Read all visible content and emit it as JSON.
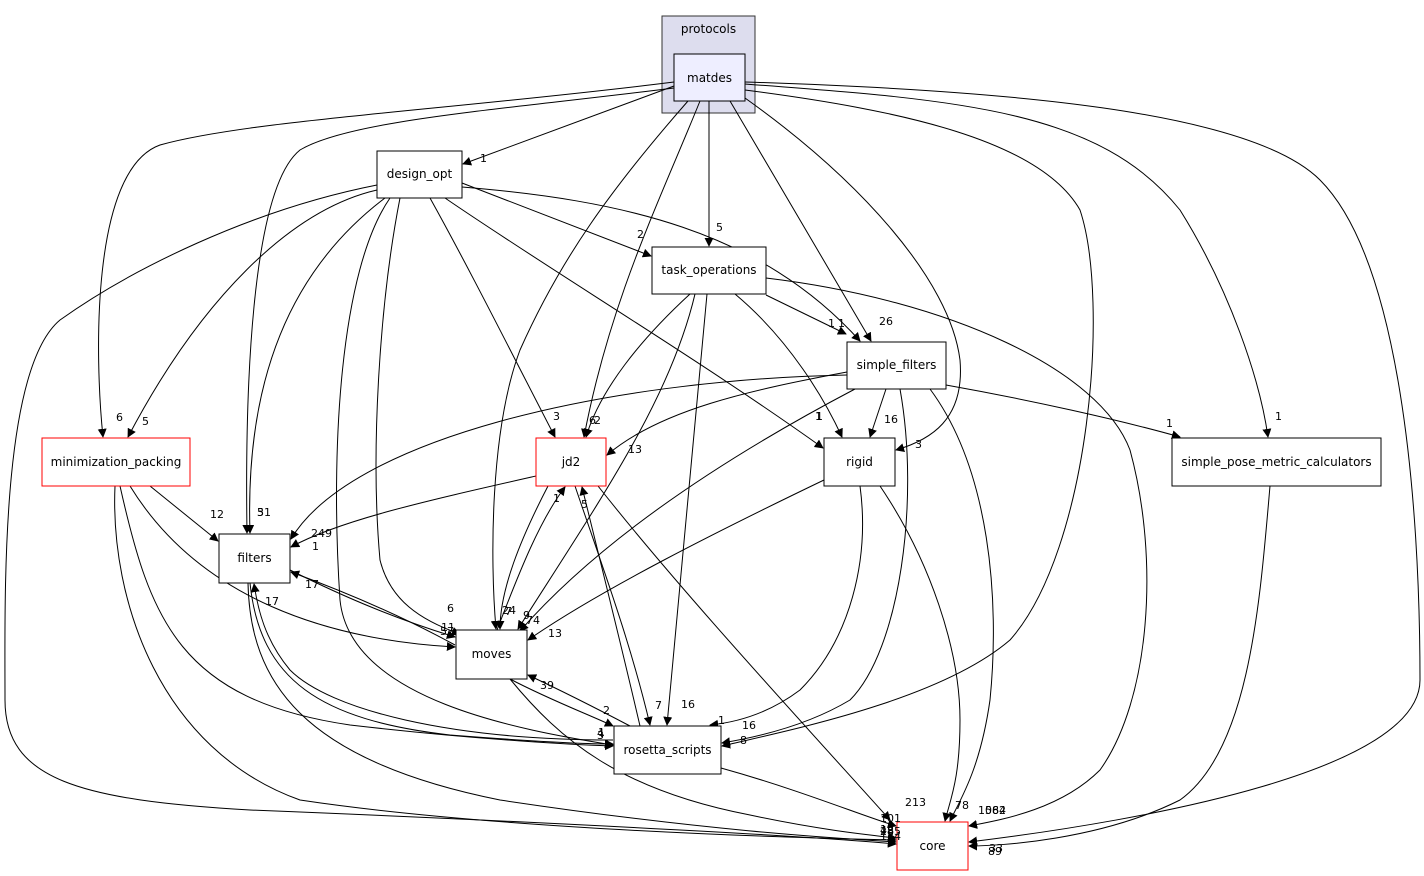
{
  "cluster": {
    "label": "protocols",
    "fill": "#ddddee",
    "stroke": "#333333"
  },
  "nodes": {
    "matdes": {
      "label": "matdes",
      "fill": "#eeeeff",
      "stroke": "#000000"
    },
    "design_opt": {
      "label": "design_opt",
      "fill": "#ffffff",
      "stroke": "#000000"
    },
    "task_operations": {
      "label": "task_operations",
      "fill": "#ffffff",
      "stroke": "#000000"
    },
    "simple_filters": {
      "label": "simple_filters",
      "fill": "#ffffff",
      "stroke": "#000000"
    },
    "minimization_packing": {
      "label": "minimization_packing",
      "fill": "#ffffff",
      "stroke": "#ff0000"
    },
    "jd2": {
      "label": "jd2",
      "fill": "#ffffff",
      "stroke": "#ff0000"
    },
    "rigid": {
      "label": "rigid",
      "fill": "#ffffff",
      "stroke": "#000000"
    },
    "simple_pose_metric_calculators": {
      "label": "simple_pose_metric_calculators",
      "fill": "#ffffff",
      "stroke": "#000000"
    },
    "filters": {
      "label": "filters",
      "fill": "#ffffff",
      "stroke": "#000000"
    },
    "moves": {
      "label": "moves",
      "fill": "#ffffff",
      "stroke": "#000000"
    },
    "rosetta_scripts": {
      "label": "rosetta_scripts",
      "fill": "#ffffff",
      "stroke": "#000000"
    },
    "core": {
      "label": "core",
      "fill": "#ffffff",
      "stroke": "#ff0000"
    }
  },
  "edges": [
    {
      "id": "matdes-design_opt",
      "label": "1"
    },
    {
      "id": "matdes-task_operations",
      "label": "5"
    },
    {
      "id": "matdes-simple_filters",
      "label": "26"
    },
    {
      "id": "matdes-minimization_packing",
      "label": "6"
    },
    {
      "id": "matdes-jd2",
      "label": "6"
    },
    {
      "id": "matdes-rigid",
      "label": "3"
    },
    {
      "id": "matdes-simple_pose_metric_calculators",
      "label": "1"
    },
    {
      "id": "matdes-filters",
      "label": "31"
    },
    {
      "id": "matdes-moves",
      "label": "24"
    },
    {
      "id": "matdes-rosetta_scripts",
      "label": "8"
    },
    {
      "id": "matdes-core",
      "label": "33"
    },
    {
      "id": "design_opt-task_operations",
      "label": "2"
    },
    {
      "id": "design_opt-simple_filters",
      "label": "1"
    },
    {
      "id": "design_opt-minimization_packing",
      "label": "5"
    },
    {
      "id": "design_opt-jd2",
      "label": "3"
    },
    {
      "id": "design_opt-rigid",
      "label": "1"
    },
    {
      "id": "design_opt-filters",
      "label": "5"
    },
    {
      "id": "design_opt-moves",
      "label": "6"
    },
    {
      "id": "design_opt-rosetta_scripts",
      "label": "1"
    },
    {
      "id": "design_opt-core",
      "label": "48"
    },
    {
      "id": "task_operations-simple_filters",
      "label": "1"
    },
    {
      "id": "task_operations-jd2",
      "label": "2"
    },
    {
      "id": "task_operations-rigid",
      "label": "1"
    },
    {
      "id": "task_operations-moves",
      "label": "9"
    },
    {
      "id": "task_operations-rosetta_scripts",
      "label": "16"
    },
    {
      "id": "task_operations-core",
      "label": "582"
    },
    {
      "id": "simple_filters-jd2",
      "label": "13"
    },
    {
      "id": "simple_filters-rigid",
      "label": "16"
    },
    {
      "id": "simple_filters-simple_pose_metric_calculators",
      "label": "1"
    },
    {
      "id": "simple_filters-filters",
      "label": "249"
    },
    {
      "id": "simple_filters-moves",
      "label": "74"
    },
    {
      "id": "simple_filters-rosetta_scripts",
      "label": "16"
    },
    {
      "id": "simple_filters-core",
      "label": "1064"
    },
    {
      "id": "minimization_packing-filters",
      "label": "12"
    },
    {
      "id": "minimization_packing-moves",
      "label": "57"
    },
    {
      "id": "minimization_packing-rosetta_scripts",
      "label": "3"
    },
    {
      "id": "minimization_packing-core",
      "label": "285"
    },
    {
      "id": "jd2-filters",
      "label": "1"
    },
    {
      "id": "jd2-moves",
      "label": "7"
    },
    {
      "id": "jd2-rosetta_scripts",
      "label": "7"
    },
    {
      "id": "jd2-core",
      "label": "213"
    },
    {
      "id": "rigid-moves",
      "label": "13"
    },
    {
      "id": "rigid-rosetta_scripts",
      "label": "1"
    },
    {
      "id": "rigid-core",
      "label": "78"
    },
    {
      "id": "simple_pose_metric_calculators-core",
      "label": "89"
    },
    {
      "id": "filters-moves",
      "label": "11"
    },
    {
      "id": "filters-rosetta_scripts",
      "label": "4"
    },
    {
      "id": "filters-core",
      "label": "134"
    },
    {
      "id": "moves-filters",
      "label": "17"
    },
    {
      "id": "moves-jd2",
      "label": "1"
    },
    {
      "id": "moves-rosetta_scripts",
      "label": "2"
    },
    {
      "id": "moves-core",
      "label": "101"
    },
    {
      "id": "rosetta_scripts-filters",
      "label": "17"
    },
    {
      "id": "rosetta_scripts-jd2",
      "label": "5"
    },
    {
      "id": "rosetta_scripts-moves",
      "label": "39"
    },
    {
      "id": "rosetta_scripts-core",
      "label": "12"
    }
  ]
}
